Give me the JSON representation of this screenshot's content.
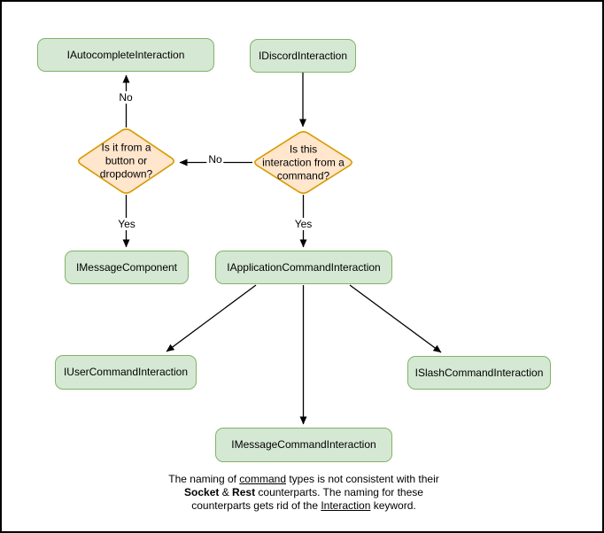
{
  "nodes": {
    "autocomplete": {
      "label": "IAutocompleteInteraction"
    },
    "discord": {
      "label": "IDiscordInteraction"
    },
    "decision_button": {
      "label": "Is it from a\nbutton or\ndropdown?"
    },
    "decision_command": {
      "label": "Is this\ninteraction from a\ncommand?"
    },
    "message_component": {
      "label": "IMessageComponent"
    },
    "application_command": {
      "label": "IApplicationCommandInteraction"
    },
    "user_command": {
      "label": "IUserCommandInteraction"
    },
    "slash_command": {
      "label": "ISlashCommandInteraction"
    },
    "message_command": {
      "label": "IMessageCommandInteraction"
    }
  },
  "edge_labels": {
    "no_to_autocomplete": "No",
    "no_between_decisions": "No",
    "yes_to_message_component": "Yes",
    "yes_to_application_command": "Yes"
  },
  "note": {
    "l1a": "The naming of ",
    "l1b": "command",
    "l1c": " types is not consistent with their",
    "l2a": "Socket",
    "l2b": " & ",
    "l2c": "Rest",
    "l2d": " counterparts. The naming for these",
    "l3a": "counterparts gets rid of the ",
    "l3b": "Interaction",
    "l3c": " keyword."
  },
  "colors": {
    "node_fill": "#d5e8d4",
    "node_stroke": "#82b366",
    "decision_fill": "#ffe6cc",
    "decision_stroke": "#d79b00",
    "arrow_color": "#000000",
    "text_color": "#000000",
    "canvas_bg": "#ffffff",
    "canvas_border": "#000000"
  }
}
